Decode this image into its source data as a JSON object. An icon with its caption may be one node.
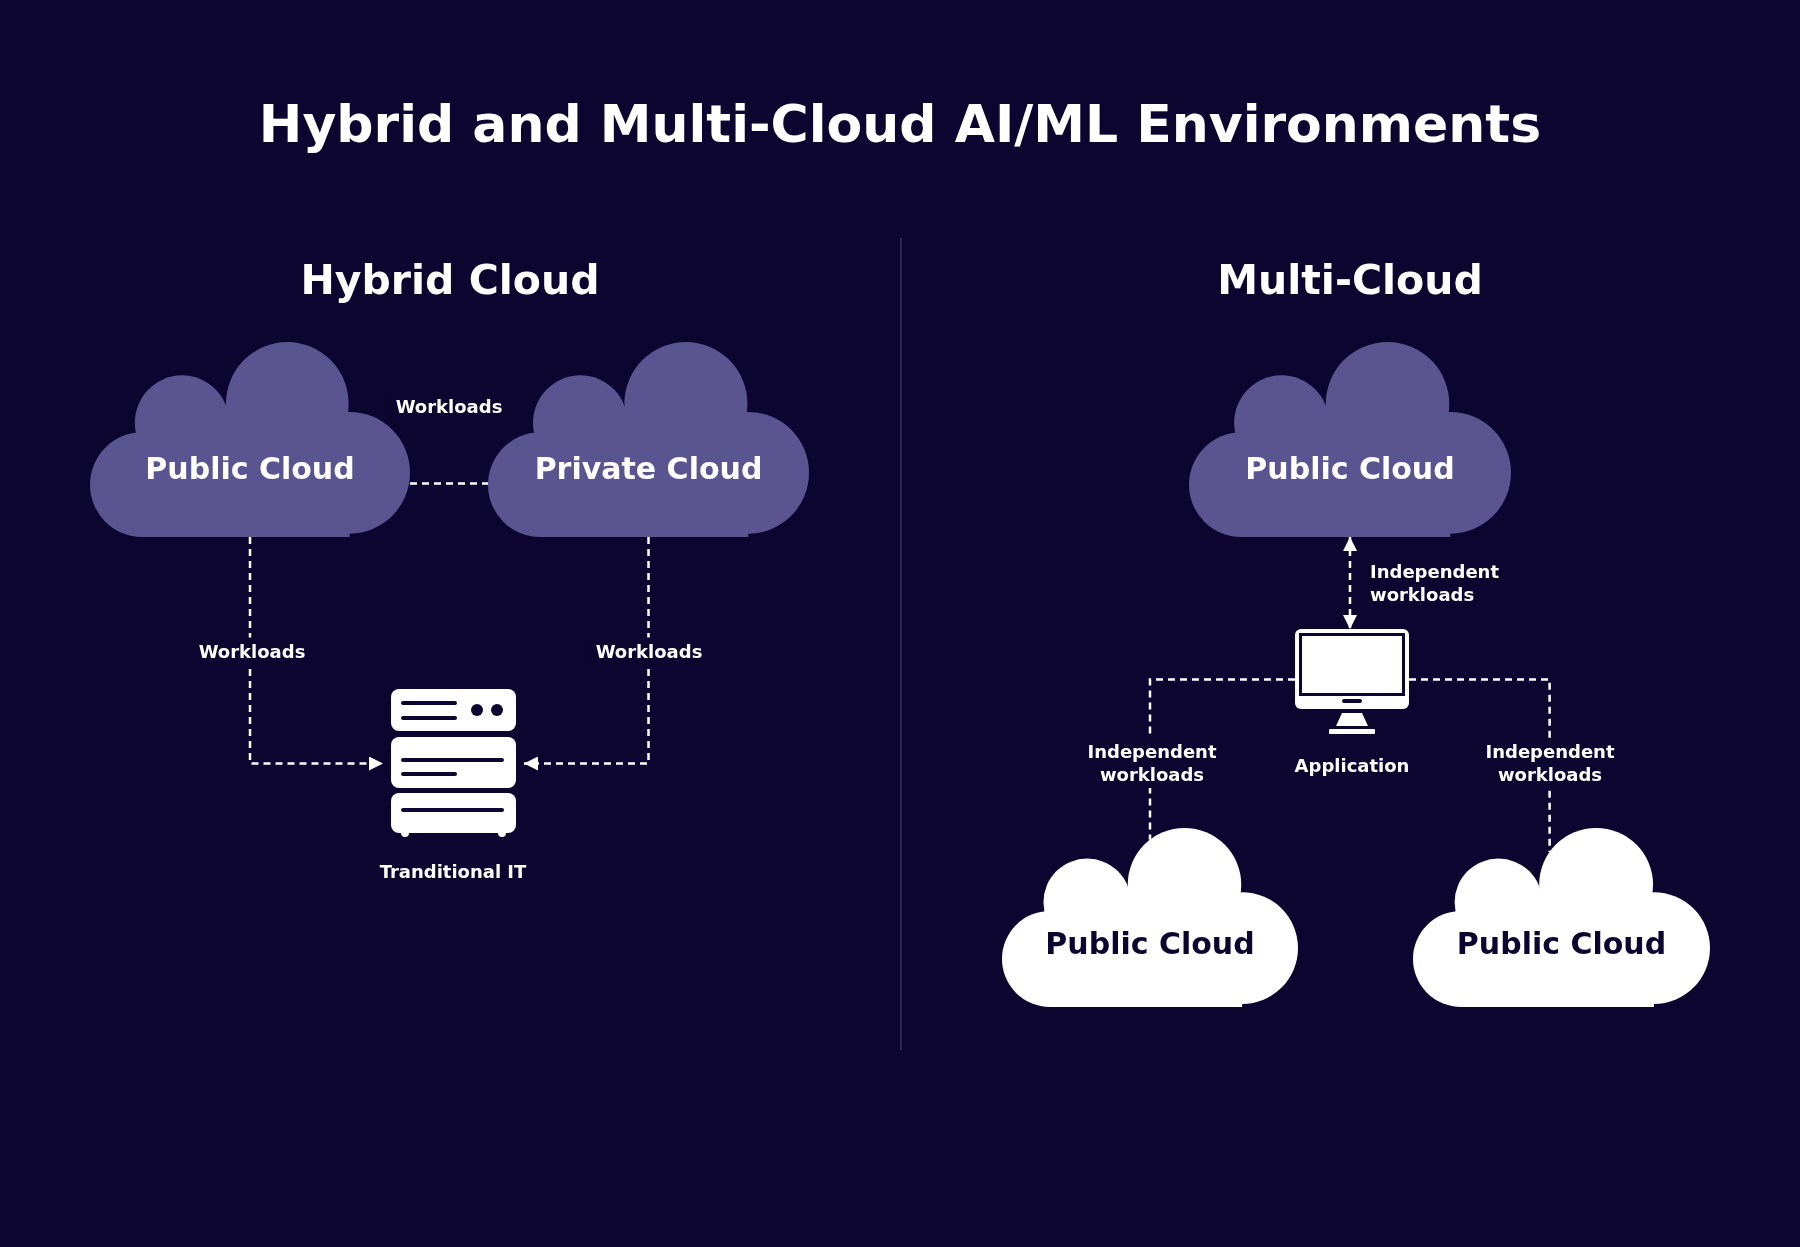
{
  "diagram": {
    "title": "Hybrid and Multi-Cloud AI/ML Environments",
    "nodes": [
      {
        "text": [
          "Public Cloud"
        ]
      },
      {
        "text": [
          "Private Cloud"
        ]
      },
      {
        "text": [],
        "shape": "server",
        "beside": [
          "Tranditional IT"
        ]
      },
      {
        "text": [
          "Public Cloud"
        ]
      },
      {
        "text": [],
        "shape": "monitor",
        "beside": [
          "Application"
        ]
      },
      {
        "text": [
          "Public Cloud"
        ]
      },
      {
        "text": [
          "Public Cloud"
        ]
      }
    ],
    "edges": [
      {
        "from": 0,
        "to": 1,
        "arrow": "none",
        "label": "Workloads",
        "style": "dashed"
      },
      {
        "from": 0,
        "to": 2,
        "arrow": "to",
        "label": "Workloads",
        "style": "dashed"
      },
      {
        "from": 1,
        "to": 2,
        "arrow": "to",
        "label": "Workloads",
        "style": "dashed"
      },
      {
        "from": 3,
        "to": 4,
        "arrow": "both",
        "label": "Independent workloads",
        "style": "dashed"
      },
      {
        "from": 4,
        "to": 5,
        "arrow": "none",
        "label": "Independent workloads",
        "style": "dashed"
      },
      {
        "from": 4,
        "to": 6,
        "arrow": "none",
        "label": "Independent workloads",
        "style": "dashed"
      }
    ],
    "labels": [
      "Hybrid Cloud",
      "Multi-Cloud"
    ]
  }
}
